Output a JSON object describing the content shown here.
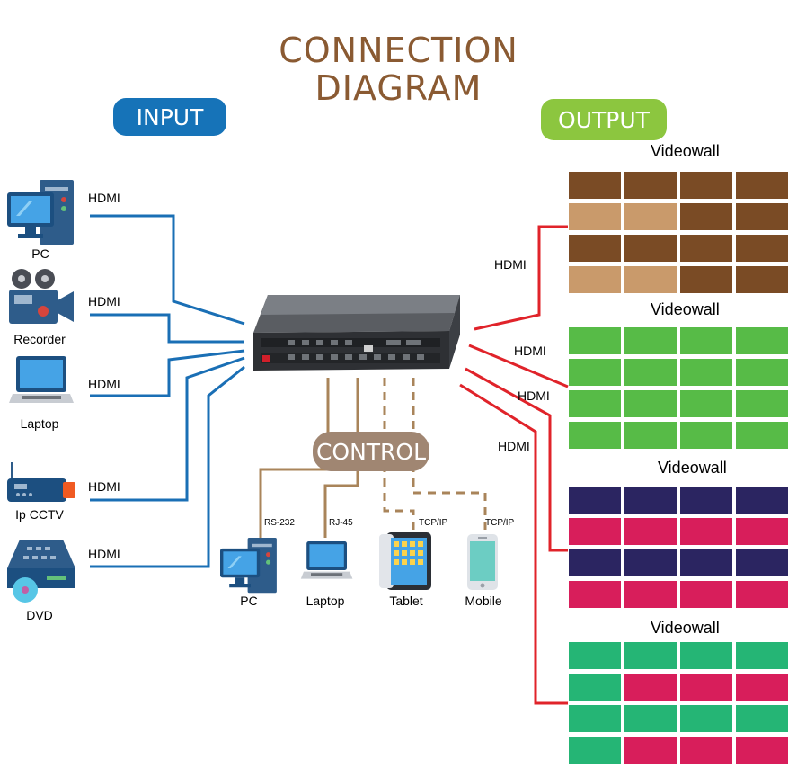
{
  "title_line1": "CONNECTION",
  "title_line2": "DIAGRAM",
  "input_label": "INPUT",
  "output_label": "OUTPUT",
  "control_label": "CONTROL",
  "inputs": [
    {
      "name": "PC",
      "conn": "HDMI",
      "icon": "desktop-pc-icon"
    },
    {
      "name": "Recorder",
      "conn": "HDMI",
      "icon": "video-camera-icon"
    },
    {
      "name": "Laptop",
      "conn": "HDMI",
      "icon": "laptop-icon"
    },
    {
      "name": "Ip CCTV",
      "conn": "HDMI",
      "icon": "router-icon"
    },
    {
      "name": "DVD",
      "conn": "HDMI",
      "icon": "dvd-player-icon"
    }
  ],
  "controls": [
    {
      "name": "PC",
      "conn": "RS-232",
      "icon": "desktop-pc-icon"
    },
    {
      "name": "Laptop",
      "conn": "RJ-45",
      "icon": "laptop-icon"
    },
    {
      "name": "Tablet",
      "conn": "TCP/IP",
      "icon": "tablet-icon"
    },
    {
      "name": "Mobile",
      "conn": "TCP/IP",
      "icon": "mobile-phone-icon"
    }
  ],
  "outputs": [
    {
      "title": "Videowall",
      "conn": "HDMI",
      "tiles": [
        "a",
        "a",
        "a",
        "a",
        "b",
        "b",
        "a",
        "a",
        "a",
        "a",
        "a",
        "a",
        "b",
        "b",
        "a",
        "a"
      ]
    },
    {
      "title": "Videowall",
      "conn": "HDMI",
      "tiles": [
        "a",
        "a",
        "a",
        "a",
        "a",
        "a",
        "a",
        "a",
        "a",
        "a",
        "a",
        "a",
        "a",
        "a",
        "a",
        "a"
      ]
    },
    {
      "title": "Videowall",
      "conn": "HDMI",
      "tiles": [
        "a",
        "a",
        "a",
        "a",
        "b",
        "b",
        "b",
        "b",
        "a",
        "a",
        "a",
        "a",
        "b",
        "b",
        "b",
        "b"
      ]
    },
    {
      "title": "Videowall",
      "conn": "HDMI",
      "tiles": [
        "a",
        "a",
        "a",
        "a",
        "a",
        "b",
        "b",
        "b",
        "a",
        "a",
        "a",
        "a",
        "a",
        "b",
        "b",
        "b"
      ]
    }
  ],
  "colors": {
    "title": "#8a5a32",
    "input_pill": "#1673b8",
    "output_pill": "#8cc63f",
    "control_pill": "#a08672",
    "input_line": "#1a6fb5",
    "output_line": "#e0232a",
    "control_line": "#a9845a",
    "wall_palettes": [
      {
        "a": "#7a4b25",
        "b": "#c99a6b"
      },
      {
        "a": "#57bb47",
        "b": "#57bb47"
      },
      {
        "a": "#2b2561",
        "b": "#d81e5b"
      },
      {
        "a": "#25b575",
        "b": "#d81e5b"
      }
    ]
  }
}
